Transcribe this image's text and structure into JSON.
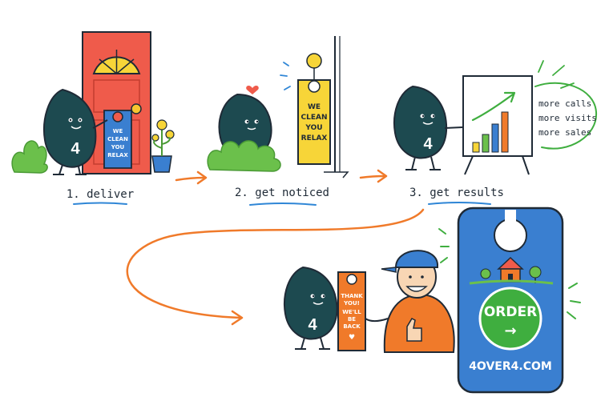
{
  "steps": [
    {
      "label": "1. deliver"
    },
    {
      "label": "2. get noticed"
    },
    {
      "label": "3. get results"
    }
  ],
  "mascot_number": "4",
  "hanger_small": [
    "WE",
    "CLEAN",
    "YOU",
    "RELAX"
  ],
  "hanger_yellow": [
    "WE",
    "CLEAN",
    "YOU",
    "RELAX"
  ],
  "results": [
    "more calls",
    "more visits",
    "more sales"
  ],
  "thank_you": [
    "THANK",
    "YOU!",
    "WE'LL",
    "BE",
    "BACK",
    "♥"
  ],
  "big_hanger": {
    "cta": "ORDER",
    "arrow": "→",
    "site": "4OVER4.COM"
  },
  "colors": {
    "mascot": "#1d4a50",
    "door": "#ef5b4b",
    "accent_orange": "#f07a2a",
    "hanger_blue": "#3a7fd0",
    "hanger_yellow": "#f7d538",
    "cta_green": "#3fae3f",
    "bush_green": "#6bc04b",
    "underline_blue": "#2f86d6"
  }
}
